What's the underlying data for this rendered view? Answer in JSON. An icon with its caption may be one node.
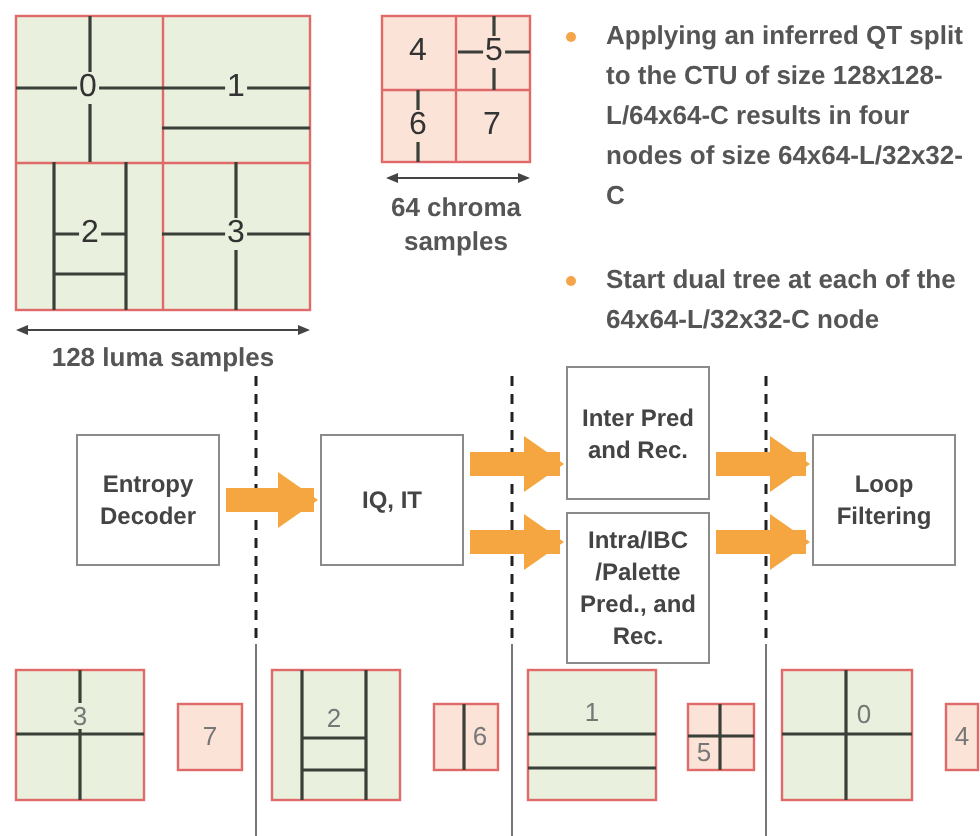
{
  "diagram": {
    "nodes": [
      {
        "text": [
          "Entropy Decoder"
        ]
      },
      {
        "text": [
          "IQ, IT"
        ]
      },
      {
        "text": [
          "Inter Pred and Rec."
        ]
      },
      {
        "text": [
          "Intra/IBC /Palette Pred., and Rec."
        ]
      },
      {
        "text": [
          "Loop Filtering"
        ]
      }
    ],
    "edges": [
      {
        "from": 0,
        "to": 1,
        "arrow": "to"
      },
      {
        "from": 1,
        "to": 2,
        "arrow": "to"
      },
      {
        "from": 1,
        "to": 3,
        "arrow": "to"
      },
      {
        "from": 2,
        "to": 4,
        "arrow": "to"
      },
      {
        "from": 3,
        "to": 4,
        "arrow": "to"
      }
    ],
    "labels": [
      "0",
      "1",
      "2",
      "3",
      "4",
      "5",
      "6",
      "7",
      "Applying an inferred QT split to the CTU of size 128x128-L/64x64-C results in four nodes of size 64x64-L/32x32-C",
      "Start dual tree at each of the 64x64-L/32x32-C node",
      "128 luma samples",
      "64 chroma samples",
      "3",
      "7",
      "2",
      "6",
      "1",
      "5",
      "0",
      "4"
    ]
  }
}
